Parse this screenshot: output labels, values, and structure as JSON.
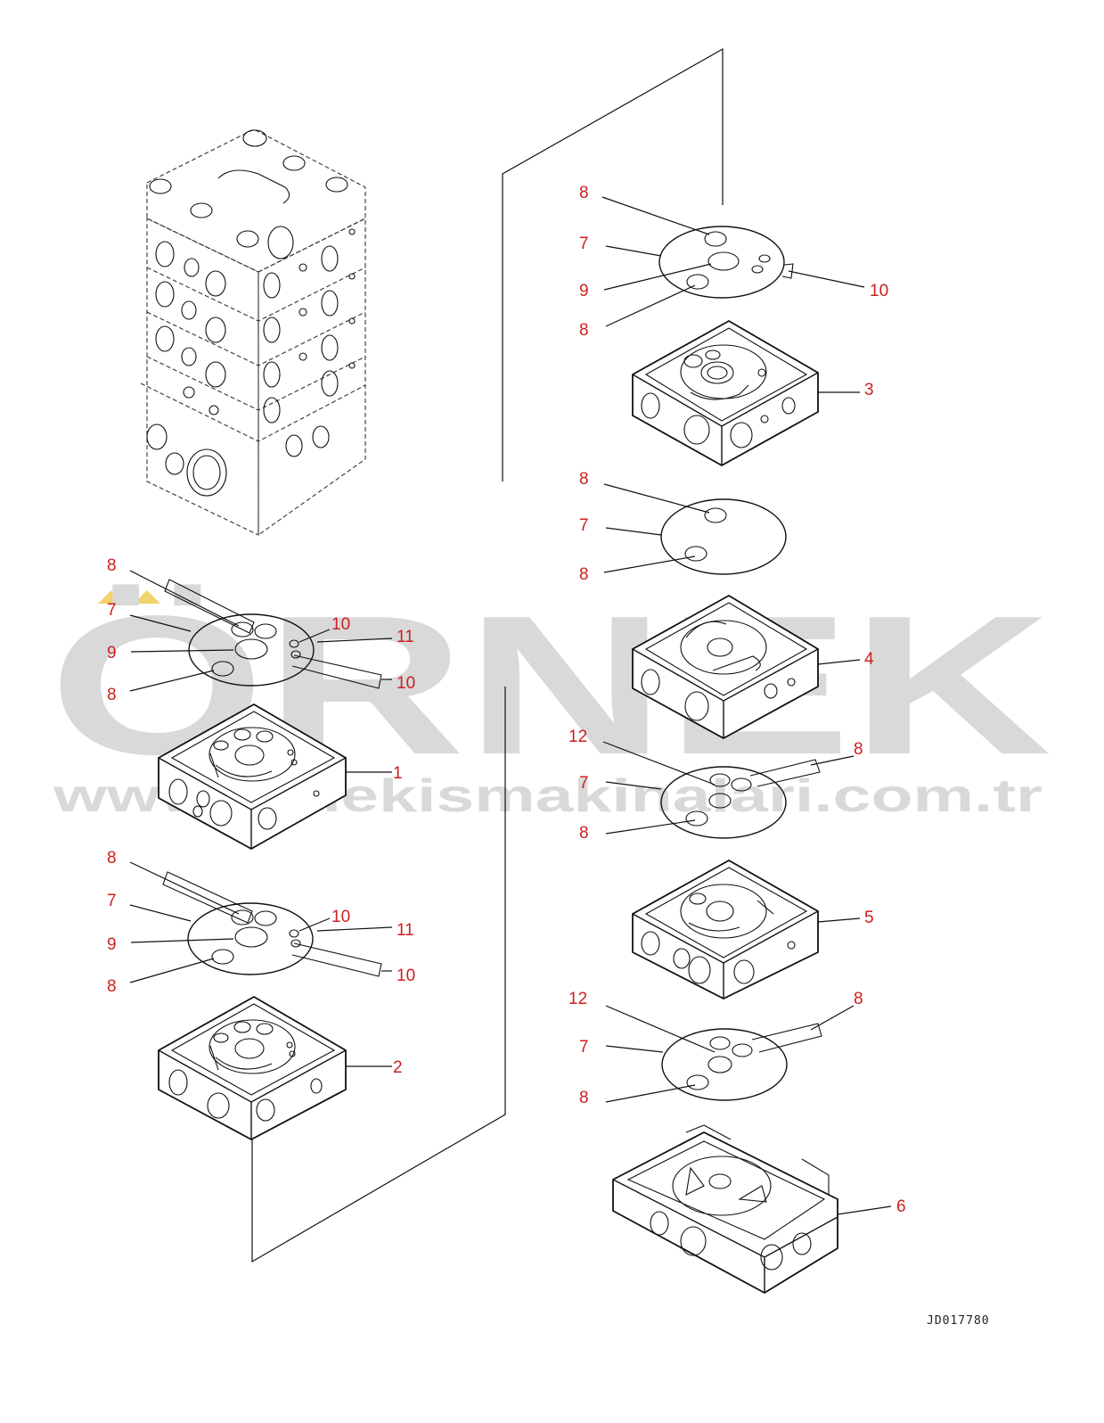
{
  "watermark": {
    "brand": "ÖRNEK",
    "url": "www.ornekismakinalari.com.tr",
    "color": "#d9d9d9",
    "accent_color": "#f2d36b"
  },
  "callout_color": "#cc1f1f",
  "document_id": "JD017780",
  "callouts": {
    "c1": "1",
    "c2": "2",
    "c3": "3",
    "c4": "4",
    "c5": "5",
    "c6": "6",
    "g3_a": "8",
    "g3_b": "7",
    "g3_c": "9",
    "g3_d": "8",
    "g3_e": "10",
    "g4_a": "8",
    "g4_b": "7",
    "g4_c": "8",
    "g5_a": "12",
    "g5_b": "7",
    "g5_c": "8",
    "g5_d": "8",
    "g6_a": "12",
    "g6_b": "7",
    "g6_c": "8",
    "g6_d": "8",
    "g1_a": "8",
    "g1_b": "7",
    "g1_c": "9",
    "g1_d": "8",
    "g1_e": "10",
    "g1_f": "11",
    "g1_g": "10",
    "g2_a": "8",
    "g2_b": "7",
    "g2_c": "9",
    "g2_d": "8",
    "g2_e": "10",
    "g2_f": "11",
    "g2_g": "10"
  }
}
